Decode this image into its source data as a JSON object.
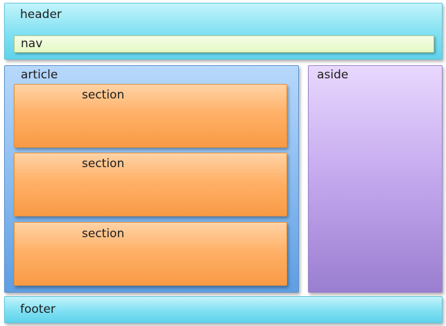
{
  "labels": {
    "header": "header",
    "nav": "nav",
    "article": "article",
    "sections": [
      "section",
      "section",
      "section"
    ],
    "aside": "aside",
    "footer": "footer"
  },
  "colors": {
    "header": "#80e0f2",
    "nav": "#e5f8c5",
    "article": "#86b9ee",
    "section": "#ffb168",
    "aside": "#c4a8ee",
    "footer": "#80e0f2"
  }
}
